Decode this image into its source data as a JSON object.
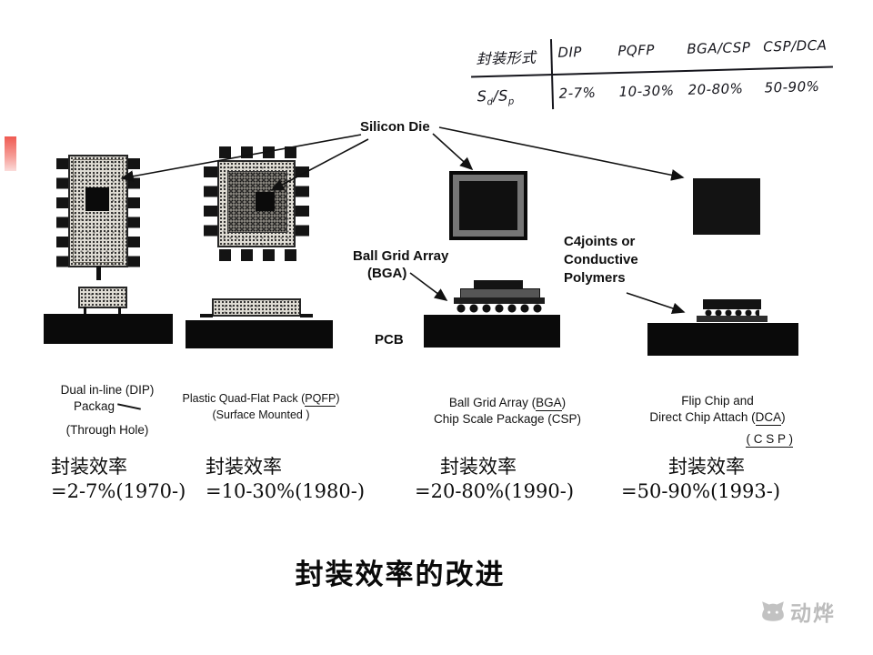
{
  "table": {
    "header_col": "封装形式",
    "row_label_parts": {
      "a": "S",
      "a_sub": "d",
      "b": "/S",
      "b_sub": "p"
    },
    "columns": [
      "DIP",
      "PQFP",
      "BGA/CSP",
      "CSP/DCA"
    ],
    "values": [
      "2-7%",
      "10-30%",
      "20-80%",
      "50-90%"
    ]
  },
  "annotations": {
    "silicon_die": "Silicon Die",
    "bga_label_line1": "Ball Grid Array",
    "bga_label_line2": "(BGA)",
    "pcb_label": "PCB",
    "c4_label_line1": "C4joints or",
    "c4_label_line2": "Conductive",
    "c4_label_line3": "Polymers"
  },
  "captions": {
    "dip_line1": "Dual in-line (DIP)",
    "dip_line2": "Packag",
    "dip_line3": "(Through Hole)",
    "pqfp_line1_pre": "Plastic Quad-Flat Pack (",
    "pqfp_line1_u": "PQFP",
    "pqfp_line1_post": ")",
    "pqfp_line2": "(Surface Mounted )",
    "bga_line1_pre": "Ball Grid Array (",
    "bga_line1_u": "BGA",
    "bga_line1_post": ")",
    "bga_line2": "Chip Scale Package (CSP)",
    "flip_line1": "Flip Chip and",
    "flip_line2_pre": "Direct Chip Attach (",
    "flip_line2_u": "DCA",
    "flip_line2_post": ")",
    "flip_line3": "( C S P )"
  },
  "efficiency": [
    {
      "label": "封装效率",
      "value": "=2-7%(1970-)"
    },
    {
      "label": "封装效率",
      "value": "=10-30%(1980-)"
    },
    {
      "label": "封装效率",
      "value": "=20-80%(1990-)"
    },
    {
      "label": "封装效率",
      "value": "=50-90%(1993-)"
    }
  ],
  "title": "封装效率的改进",
  "watermark_text": "动烨",
  "colors": {
    "ink": "#111111",
    "accent_red": "#e8554f",
    "watermark_gray": "#bcbcbc"
  }
}
